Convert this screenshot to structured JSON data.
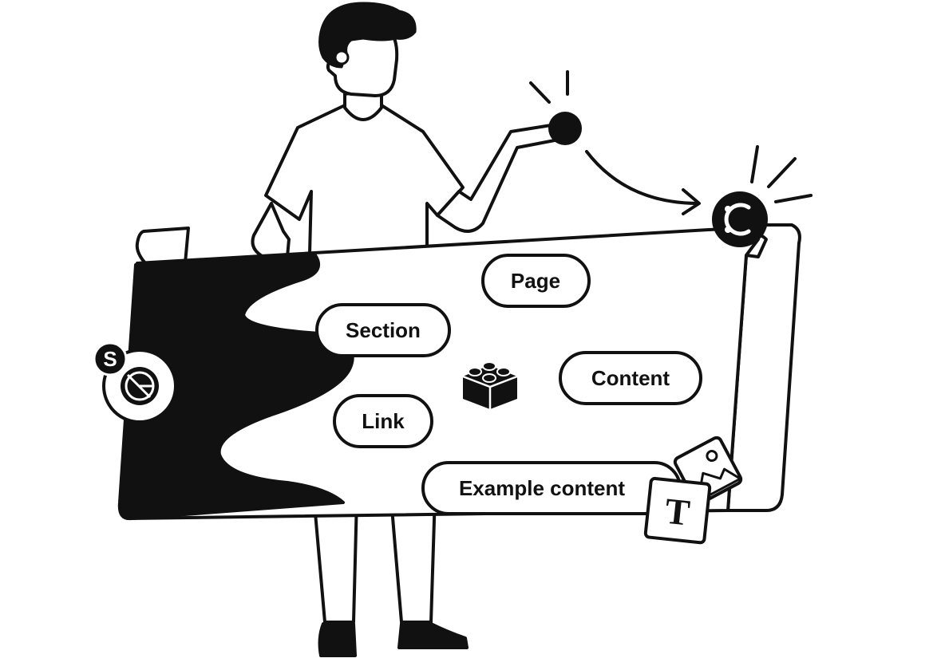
{
  "illustration": {
    "chips": {
      "page": "Page",
      "section": "Section",
      "content": "Content",
      "link": "Link",
      "example_content": "Example content"
    },
    "badges": {
      "s_letter": "S",
      "t_letter": "T"
    },
    "icons": [
      "gatsby-logo-icon",
      "contentful-logo-icon",
      "lego-brick-icon",
      "text-tile-icon",
      "image-tile-icon",
      "cursor-dot-icon"
    ]
  }
}
